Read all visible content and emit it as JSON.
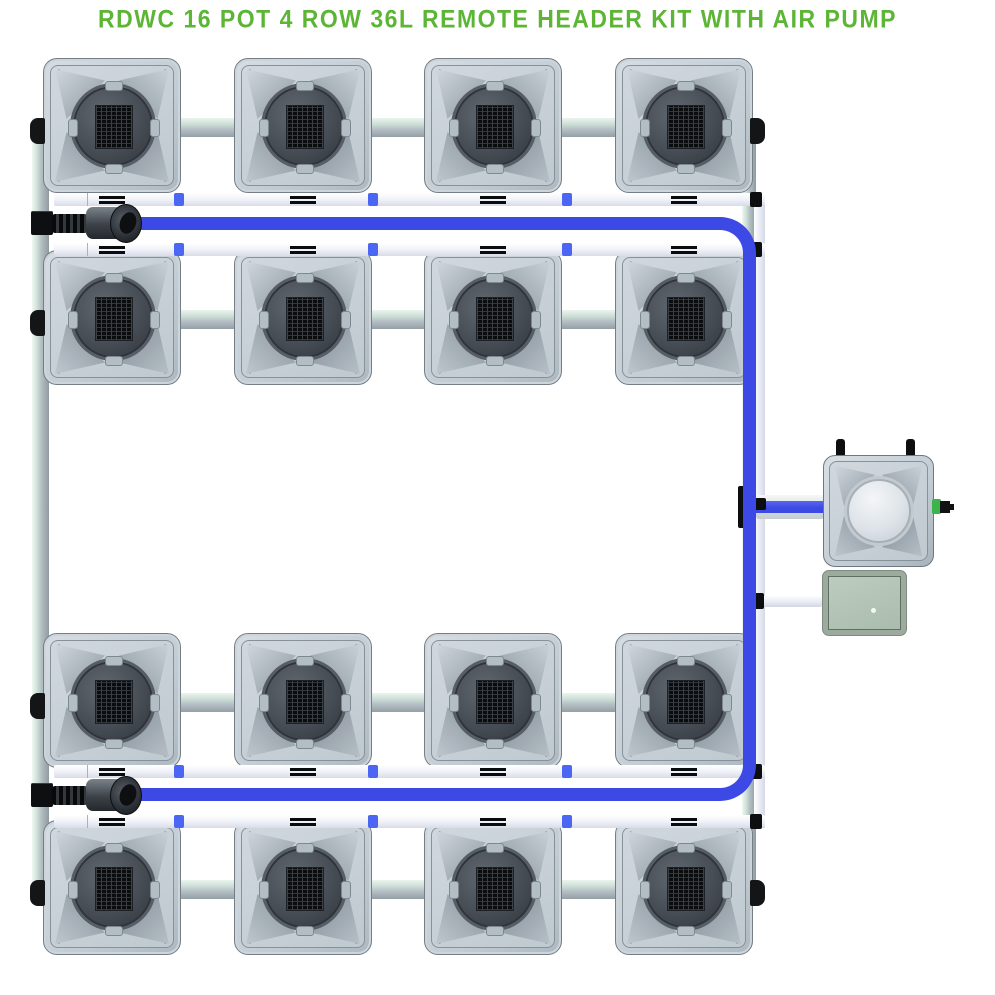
{
  "title": {
    "text": "RDWC 16 POT 4 ROW 36L REMOTE HEADER KIT WITH AIR PUMP",
    "color": "#5cb535"
  },
  "system": {
    "pot_count": 16,
    "rows": 4,
    "pots_per_row": 4,
    "pot_volume_label": "36L",
    "pots": [
      {
        "id": "pot-1",
        "row": 1,
        "col": 1
      },
      {
        "id": "pot-2",
        "row": 1,
        "col": 2
      },
      {
        "id": "pot-3",
        "row": 1,
        "col": 3
      },
      {
        "id": "pot-4",
        "row": 1,
        "col": 4
      },
      {
        "id": "pot-5",
        "row": 2,
        "col": 1
      },
      {
        "id": "pot-6",
        "row": 2,
        "col": 2
      },
      {
        "id": "pot-7",
        "row": 2,
        "col": 3
      },
      {
        "id": "pot-8",
        "row": 2,
        "col": 4
      },
      {
        "id": "pot-9",
        "row": 3,
        "col": 1
      },
      {
        "id": "pot-10",
        "row": 3,
        "col": 2
      },
      {
        "id": "pot-11",
        "row": 3,
        "col": 3
      },
      {
        "id": "pot-12",
        "row": 3,
        "col": 4
      },
      {
        "id": "pot-13",
        "row": 4,
        "col": 1
      },
      {
        "id": "pot-14",
        "row": 4,
        "col": 2
      },
      {
        "id": "pot-15",
        "row": 4,
        "col": 3
      },
      {
        "id": "pot-16",
        "row": 4,
        "col": 4
      }
    ],
    "components": [
      {
        "id": "water-pump-top",
        "type": "water-pump",
        "location": "left, between rows 1 and 2"
      },
      {
        "id": "water-pump-bottom",
        "type": "water-pump",
        "location": "left, between rows 3 and 4"
      },
      {
        "id": "remote-header-tank",
        "type": "remote-header-reservoir",
        "location": "right, middle"
      },
      {
        "id": "air-pump",
        "type": "air-pump",
        "location": "right, below header tank"
      }
    ],
    "pipes": {
      "recirculating_loop_color": "#3c49e4",
      "manifold_return_color": "#eef0f7",
      "interpot_pipe_color": "#b7c4c6"
    },
    "colors": {
      "title_green": "#5cb535",
      "pipe_blue": "#3c49e4",
      "pipe_teal_gray": "#b7c4c6",
      "pipe_white": "#eef0f7",
      "pot_body": "#c7cfd7",
      "pot_lid_dark": "#43494f",
      "air_pump_green": "#b1c3b4",
      "fitting_green": "#3cb44b",
      "fitting_black": "#101214",
      "background": "#ffffff"
    }
  }
}
